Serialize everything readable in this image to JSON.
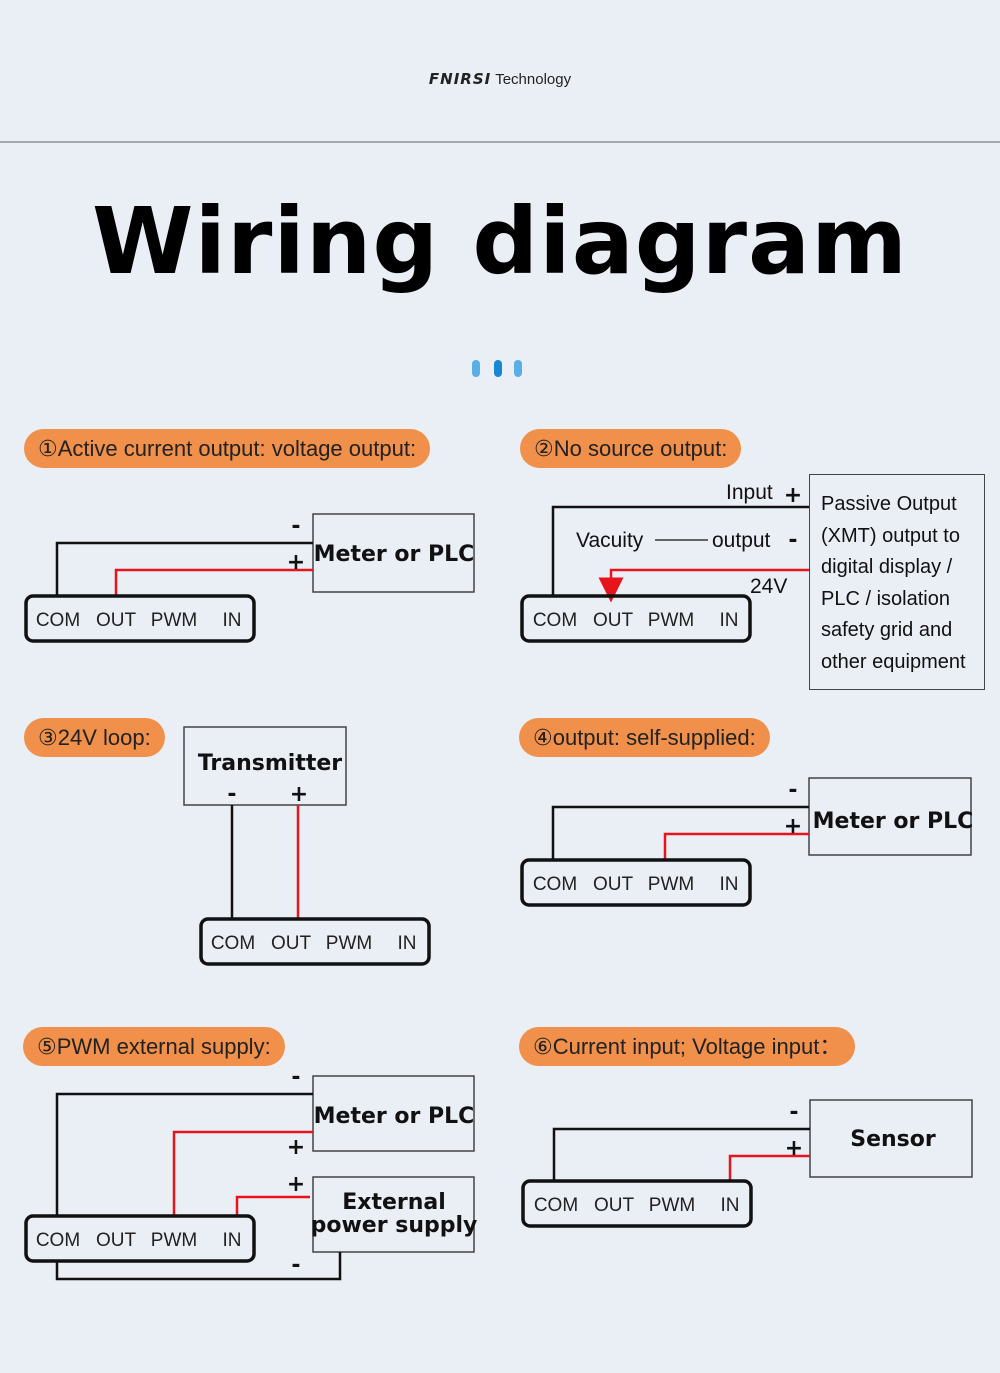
{
  "header": {
    "brand_logo": "FNIRSI",
    "brand_suffix": "Technology",
    "title": "Wiring diagram"
  },
  "colors": {
    "background": "#eaeef5",
    "pill": "#f0904a",
    "wire_black": "#111111",
    "wire_red": "#e8141c",
    "dot_light": "#5aaee6",
    "dot_dark": "#1a86d6"
  },
  "terminals": [
    "COM",
    "OUT",
    "PWM",
    "IN"
  ],
  "sections": [
    {
      "label": "①Active current output: voltage output:",
      "device": "Meter or PLC",
      "minus": "-",
      "plus": "+",
      "red_terminal": "OUT"
    },
    {
      "label": "②No source output:",
      "input_label": "Input",
      "plus": "+",
      "vacuity_label": "Vacuity",
      "output_label": "output",
      "minus": "-",
      "voltage_label": "24V",
      "red_terminal": "OUT",
      "device_lines": [
        "Passive Output",
        "(XMT) output to",
        "digital display /",
        "PLC / isolation",
        "safety grid and",
        "other equipment"
      ]
    },
    {
      "label": "③24V loop:",
      "device": "Transmitter",
      "minus": "-",
      "plus": "+",
      "red_terminal": "OUT"
    },
    {
      "label": "④output: self-supplied:",
      "device": "Meter or PLC",
      "minus": "-",
      "plus": "+",
      "red_terminal": "PWM"
    },
    {
      "label": "⑤PWM external supply:",
      "device": "Meter or PLC",
      "device2_line1": "External",
      "device2_line2": "power supply",
      "minus": "-",
      "plus": "+",
      "red_terminals": [
        "PWM",
        "IN"
      ]
    },
    {
      "label": "⑥Current input; Voltage input：",
      "device": "Sensor",
      "minus": "-",
      "plus": "+",
      "red_terminal": "IN"
    }
  ]
}
